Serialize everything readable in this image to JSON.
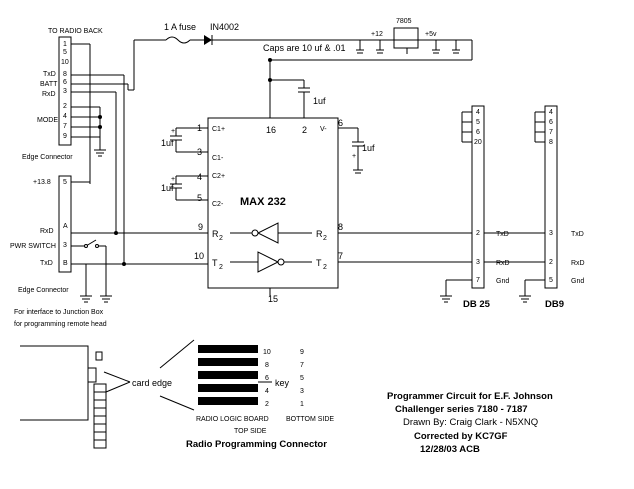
{
  "connector_radio_back": {
    "title": "TO RADIO BACK",
    "caption": "Edge Connector",
    "pins": [
      "1",
      "5",
      "10",
      "8",
      "6",
      "3",
      "2",
      "4",
      "7",
      "9"
    ],
    "labels": {
      "txd": "TxD",
      "batt": "BATT",
      "rxd": "RxD",
      "mode": "MODE"
    }
  },
  "connector_pwr": {
    "caption": "Edge Connector",
    "pins": [
      "5",
      "A",
      "3",
      "B"
    ],
    "labels": {
      "v138": "+13.8",
      "rxd": "RxD",
      "pwr": "PWR SWITCH",
      "txd": "TxD"
    },
    "note_line1": "For interface to Junction Box",
    "note_line2": "for programming remote head"
  },
  "power": {
    "fuse": "1 A fuse",
    "diode": "IN4002",
    "reg": "7805",
    "v12": "+12",
    "v5": "+5v",
    "caps_note": "Caps are 10 uf & .01"
  },
  "max232": {
    "name": "MAX 232",
    "pins": {
      "c1p": "C1+",
      "c1m": "C1-",
      "c2p": "C2+",
      "c2m": "C2-",
      "vm": "V-",
      "r2": "R",
      "t2": "T",
      "sub": "2"
    },
    "pin_numbers": {
      "p1": "1",
      "p3": "3",
      "p4": "4",
      "p5": "5",
      "p16": "16",
      "p2": "2",
      "p6": "6",
      "p9": "9",
      "p10": "10",
      "p8": "8",
      "p7": "7",
      "p15": "15"
    },
    "cap_label": "1uf",
    "plus": "+"
  },
  "db25": {
    "name": "DB 25",
    "pins": [
      "4",
      "5",
      "6",
      "20",
      "2",
      "3",
      "7"
    ],
    "labels": {
      "txd": "TxD",
      "rxd": "RxD",
      "gnd": "Gnd"
    }
  },
  "db9": {
    "name": "DB9",
    "pins": [
      "4",
      "6",
      "7",
      "8",
      "3",
      "2",
      "5"
    ],
    "labels": {
      "txd": "TxD",
      "rxd": "RxD",
      "gnd": "Gnd"
    }
  },
  "card": {
    "edge_label": "card edge",
    "key_label": "key",
    "top_nums": [
      "10",
      "8",
      "6",
      "4",
      "2"
    ],
    "bottom_nums": [
      "9",
      "7",
      "5",
      "3",
      "1"
    ],
    "board": "RADIO LOGIC BOARD",
    "bottom_side": "BOTTOM SIDE",
    "top_side": "TOP SIDE",
    "connector_title": "Radio Programming Connector"
  },
  "credits": {
    "line1": "Programmer Circuit for E.F. Johnson",
    "line2": "Challenger series 7180 - 7187",
    "line3": "Drawn By: Craig Clark - N5XNQ",
    "line4": "Corrected by KC7GF",
    "line5": "12/28/03   ACB"
  }
}
